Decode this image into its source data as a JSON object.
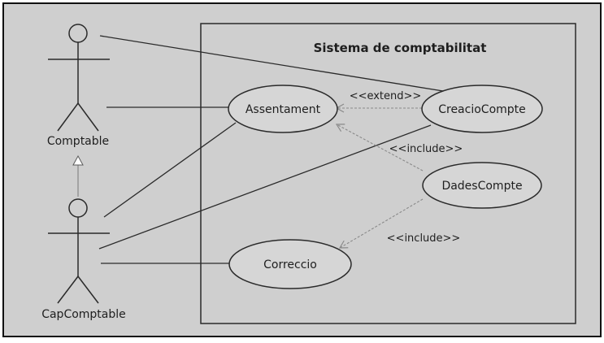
{
  "system": {
    "title": "Sistema de comptabilitat"
  },
  "actors": {
    "comptable": "Comptable",
    "cap_comptable": "CapComptable"
  },
  "use_cases": {
    "assentament": "Assentament",
    "creacio_compte": "CreacioCompte",
    "dades_compte": "DadesCompte",
    "correccio": "Correccio"
  },
  "relations": {
    "extend": "<<extend>>",
    "include_1": "<<include>>",
    "include_2": "<<include>>"
  },
  "colors": {
    "background": "#cfcfcf",
    "ellipse_fill": "#d6d6d6",
    "stroke": "#2a2a2a",
    "dependency": "#8a8a8a"
  }
}
